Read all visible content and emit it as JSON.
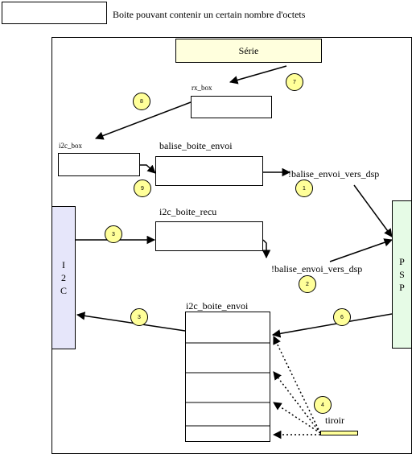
{
  "legend": {
    "text": "Boite pouvant contenir un certain nombre d'octets"
  },
  "blocks": {
    "serie": "Série",
    "i2c_letters": [
      "I",
      "2",
      "C"
    ],
    "psp_letters": [
      "P",
      "S",
      "P"
    ]
  },
  "boxes": {
    "rx_box": "rx_box",
    "i2c_box": "i2c_box",
    "balise_boite_envoi": "balise_boite_envoi",
    "i2c_boite_recu": "i2c_boite_recu",
    "i2c_boite_envoi": "i2c_boite_envoi",
    "tiroir": "tiroir"
  },
  "signals": {
    "balise_to_dsp": "!balise_envoi_vers_dsp",
    "not_balise_to_dsp": "!balise_envoi_vers_dsp"
  },
  "steps": [
    "1",
    "2",
    "3",
    "3",
    "4",
    "6",
    "7",
    "8",
    "9"
  ],
  "colors": {
    "serie_fill": "#ffffdd",
    "i2c_fill": "#e6e6fa",
    "psp_fill": "#e6fbe6",
    "badge_fill": "#ffff99",
    "tiroir_fill": "#ffff99"
  }
}
